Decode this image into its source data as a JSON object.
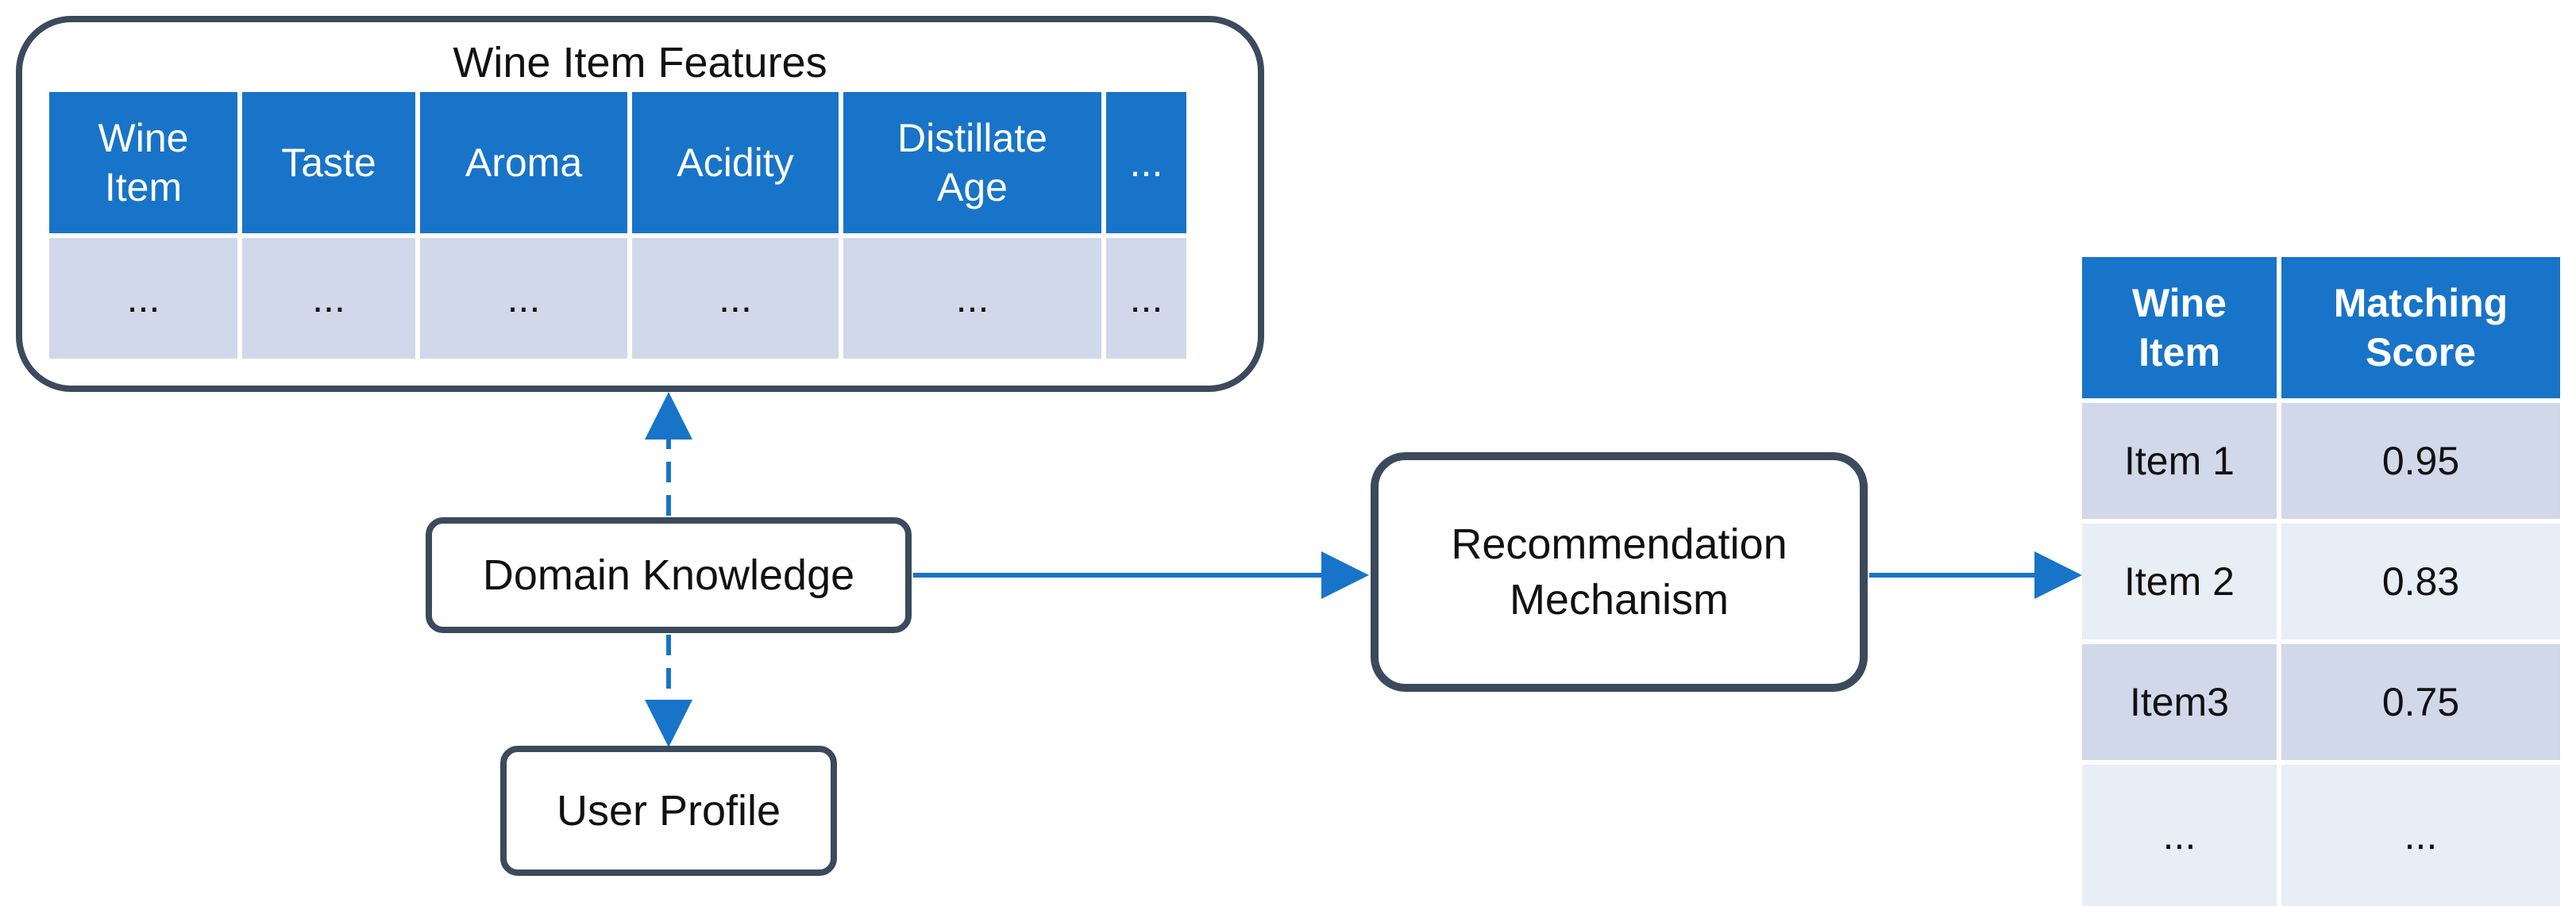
{
  "features_panel": {
    "title": "Wine Item Features",
    "headers": [
      "Wine\nItem",
      "Taste",
      "Aroma",
      "Acidity",
      "Distillate\nAge",
      "..."
    ],
    "row": [
      "...",
      "...",
      "...",
      "...",
      "...",
      "..."
    ]
  },
  "nodes": {
    "domain_knowledge": "Domain Knowledge",
    "user_profile": "User Profile",
    "recommendation_mechanism": "Recommendation\nMechanism"
  },
  "results_table": {
    "headers": [
      "Wine\nItem",
      "Matching\nScore"
    ],
    "rows": [
      [
        "Item 1",
        "0.95"
      ],
      [
        "Item 2",
        "0.83"
      ],
      [
        "Item3",
        "0.75"
      ],
      [
        "...",
        "..."
      ]
    ]
  },
  "colors": {
    "header_blue": "#1874c8",
    "arrow_blue": "#1874c8",
    "row_dark": "#d0d8e9",
    "row_light": "#e9edf5",
    "frame": "#3b4a5c"
  }
}
